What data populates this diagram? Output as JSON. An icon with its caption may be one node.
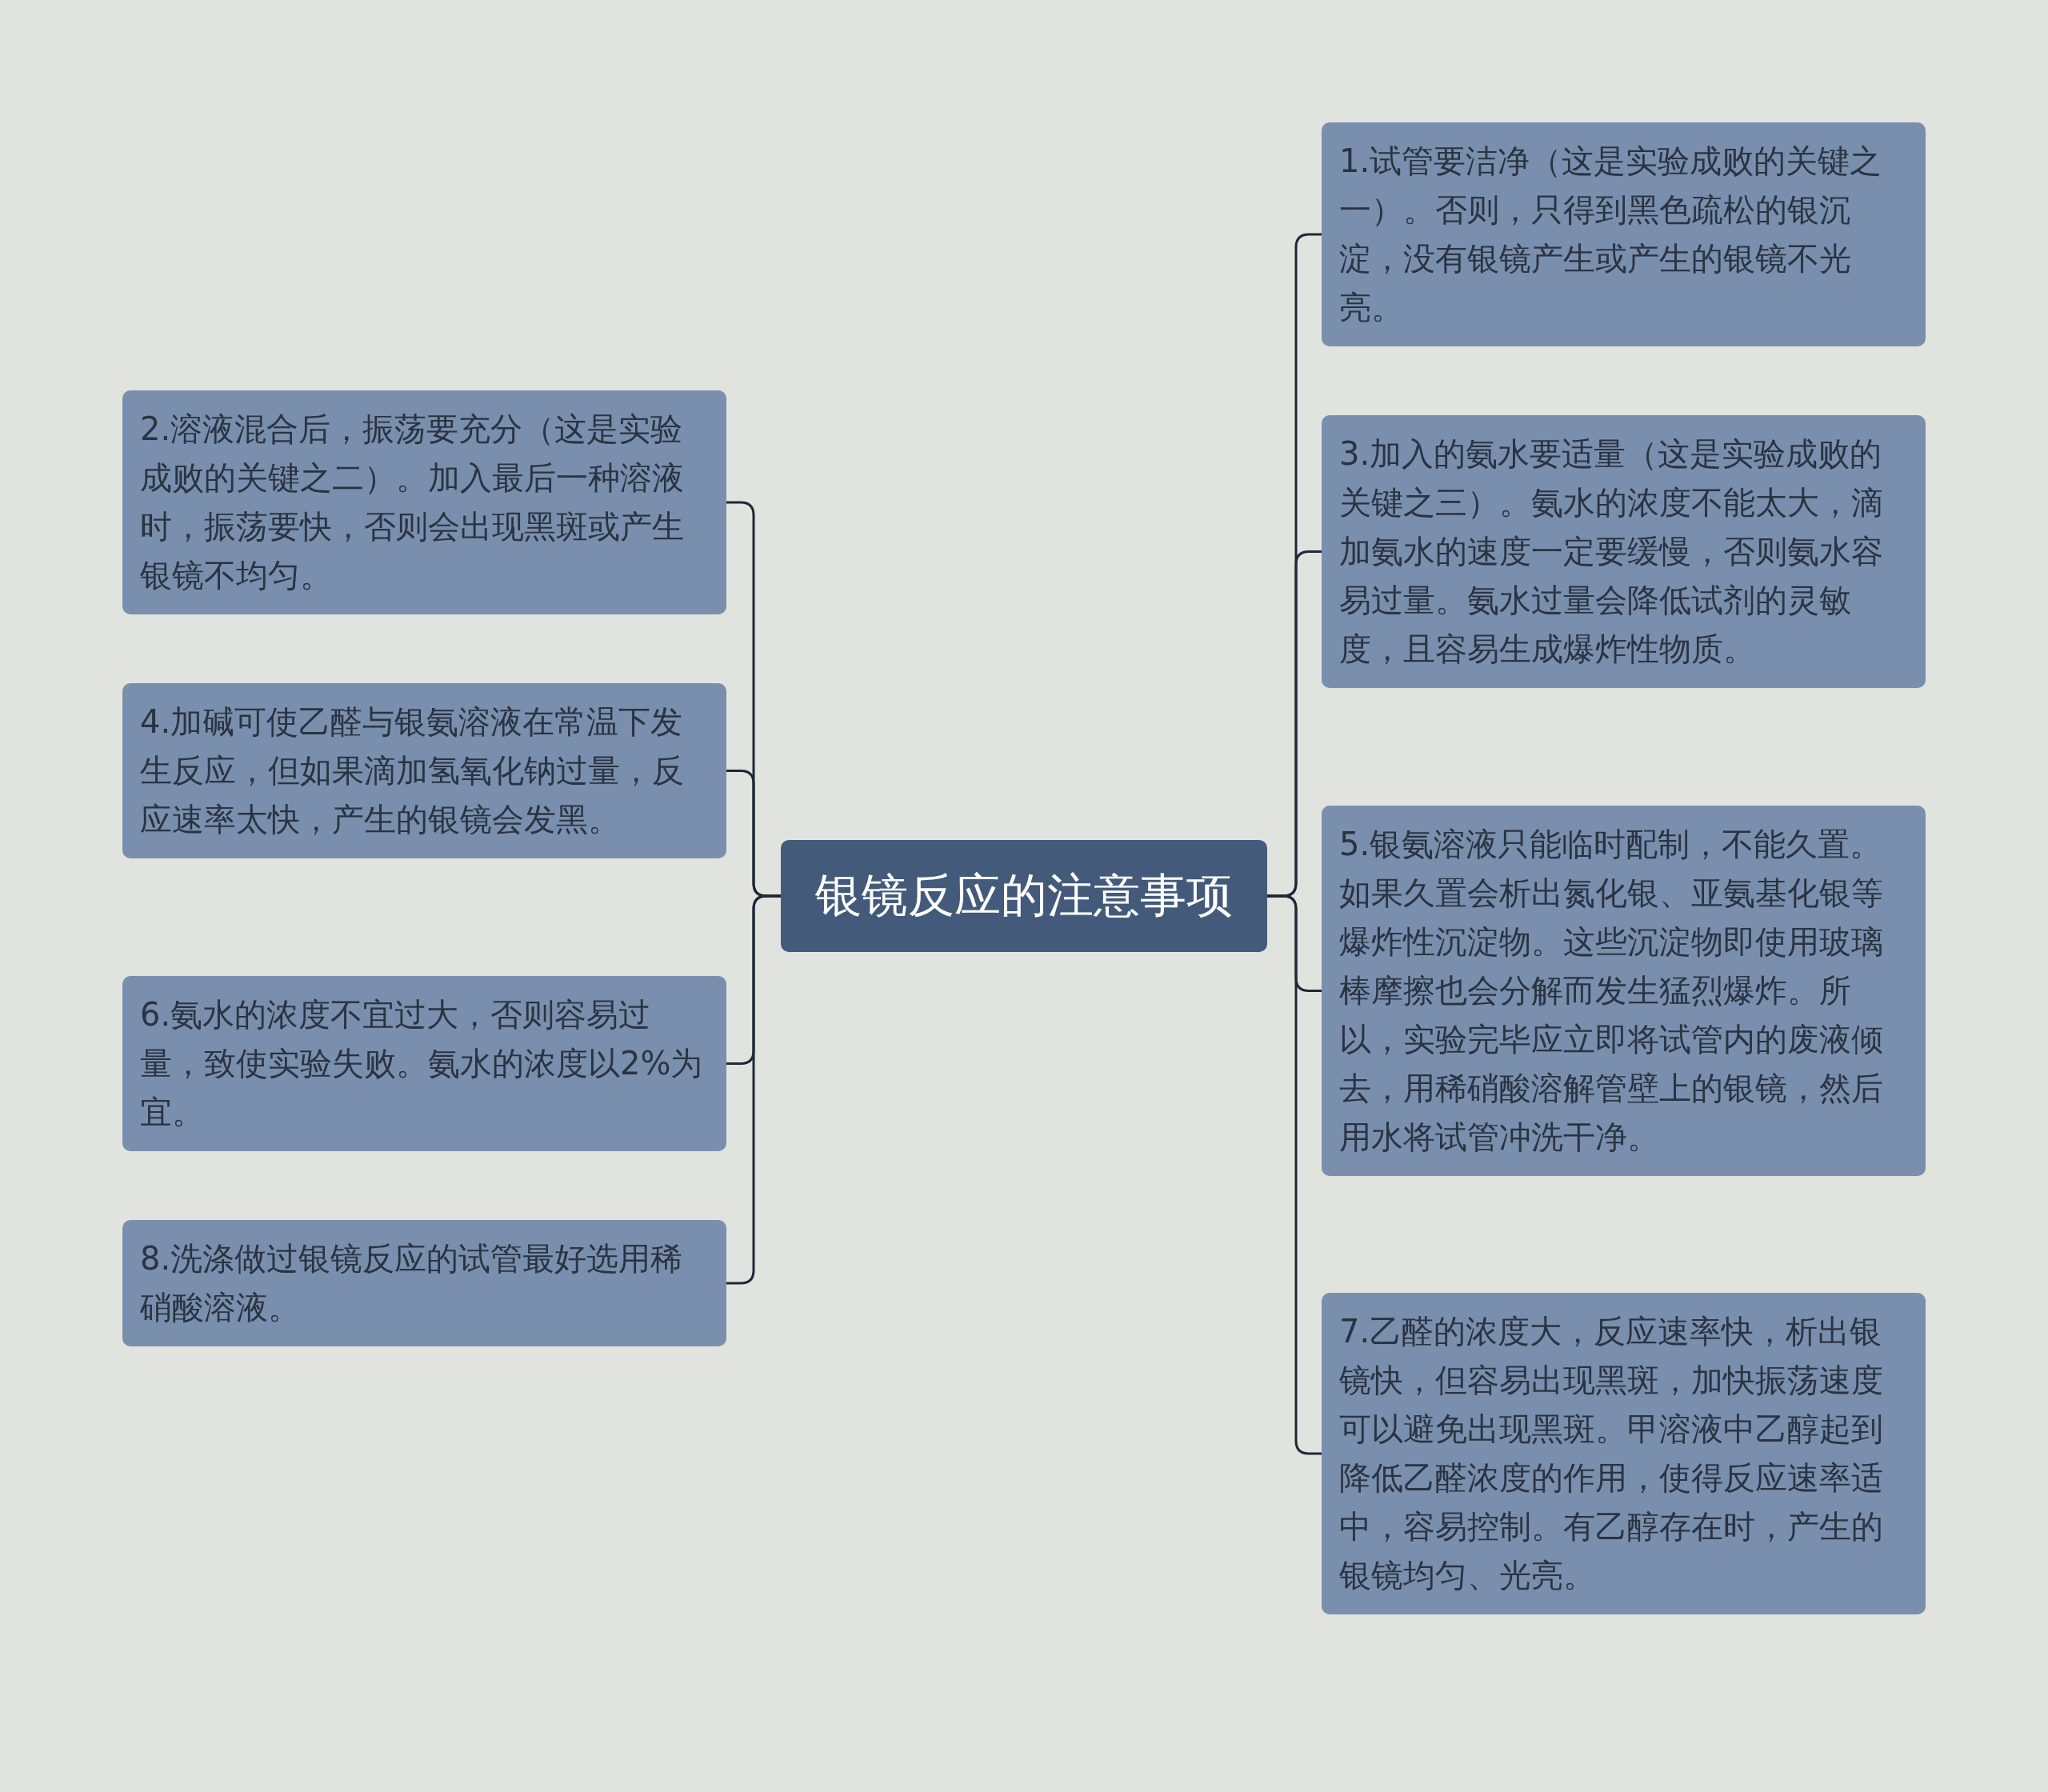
{
  "diagram": {
    "nodes": [
      {
        "text": [
          "银镜反应的注意事项"
        ]
      },
      {
        "text": [
          "1.试管要洁净（这是实验成败的关键之一）。否则，只得到黑色疏松的银沉淀，没有银镜产生或产生的银镜不光亮。"
        ]
      },
      {
        "text": [
          "2.溶液混合后，振荡要充分（这是实验成败的关键之二）。加入最后一种溶液时，振荡要快，否则会出现黑斑或产生银镜不均匀。"
        ]
      },
      {
        "text": [
          "3.加入的氨水要适量（这是实验成败的关键之三）。氨水的浓度不能太大，滴加氨水的速度一定要缓慢，否则氨水容易过量。氨水过量会降低试剂的灵敏度，且容易生成爆炸性物质。"
        ]
      },
      {
        "text": [
          "4.加碱可使乙醛与银氨溶液在常温下发生反应，但如果滴加氢氧化钠过量，反应速率太快，产生的银镜会发黑。"
        ]
      },
      {
        "text": [
          "5.银氨溶液只能临时配制，不能久置。如果久置会析出氮化银、亚氨基化银等爆炸性沉淀物。这些沉淀物即使用玻璃棒摩擦也会分解而发生猛烈爆炸。所以，实验完毕应立即将试管内的废液倾去，用稀硝酸溶解管壁上的银镜，然后用水将试管冲洗干净。"
        ]
      },
      {
        "text": [
          "6.氨水的浓度不宜过大，否则容易过量，致使实验失败。氨水的浓度以2%为宜。"
        ]
      },
      {
        "text": [
          "7.乙醛的浓度大，反应速率快，析出银镜快，但容易出现黑斑，加快振荡速度可以避免出现黑斑。甲溶液中乙醇起到降低乙醛浓度的作用，使得反应速率适中，容易控制。有乙醇存在时，产生的银镜均匀、光亮。"
        ]
      },
      {
        "text": [
          "8.洗涤做过银镜反应的试管最好选用稀硝酸溶液。"
        ]
      }
    ],
    "edges": [
      {
        "from": 0,
        "to": 1,
        "arrow": "none"
      },
      {
        "from": 0,
        "to": 2,
        "arrow": "none"
      },
      {
        "from": 0,
        "to": 3,
        "arrow": "none"
      },
      {
        "from": 0,
        "to": 4,
        "arrow": "none"
      },
      {
        "from": 0,
        "to": 5,
        "arrow": "none"
      },
      {
        "from": 0,
        "to": 6,
        "arrow": "none"
      },
      {
        "from": 0,
        "to": 7,
        "arrow": "none"
      },
      {
        "from": 0,
        "to": 8,
        "arrow": "none"
      }
    ]
  }
}
